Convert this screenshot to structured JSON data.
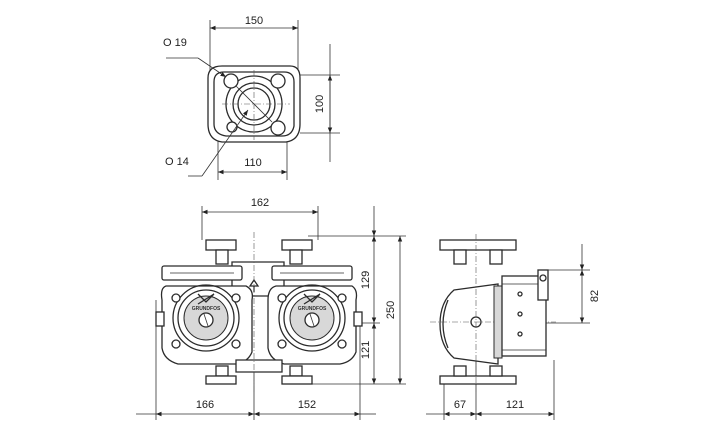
{
  "top_view": {
    "dim_width": "150",
    "dim_height": "100",
    "dim_bolt_spacing": "110",
    "hole_large": "O 19",
    "hole_small": "O 14"
  },
  "front_view": {
    "dim_top": "162",
    "dim_upper_height": "129",
    "dim_lower_height": "121",
    "dim_total_height": "250",
    "dim_left": "166",
    "dim_right": "152",
    "logo_text": "GRUNDFOS"
  },
  "side_view": {
    "dim_box_height": "82",
    "dim_left": "67",
    "dim_right": "121"
  }
}
